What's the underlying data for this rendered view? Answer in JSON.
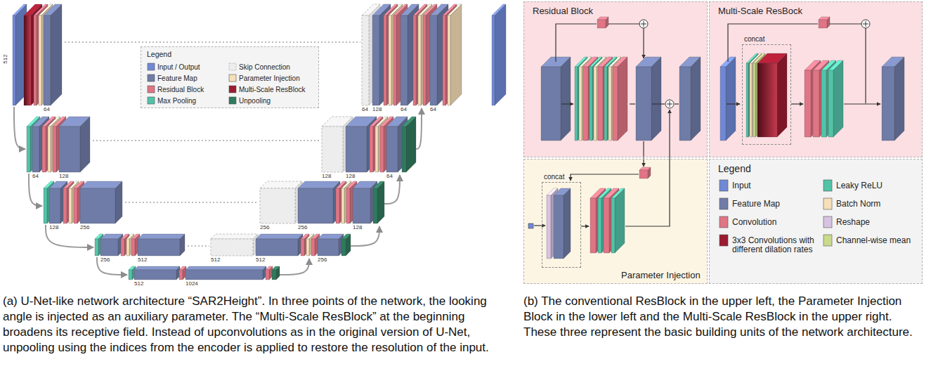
{
  "diagram": {
    "caption": "(a) U-Net-like network architecture “SAR2Height”. In three points of the network, the looking angle is injected as an auxiliary parameter. The “Multi-Scale ResBlock” at the beginning broadens its receptive field. Instead of upconvolutions as in the original version of U-Net, unpooling using the indices from the encoder is applied to restore the resolution of the input.",
    "nodes": [
      {
        "text": [
          "Legend"
        ]
      },
      {
        "text": [
          "Residual Block"
        ]
      },
      {
        "text": [
          "Multi-Scale ResBock"
        ]
      },
      {
        "text": [
          "concat"
        ],
        "in": 2
      },
      {
        "text": [
          "Parameter Injection"
        ]
      },
      {
        "text": [
          "concat"
        ],
        "in": 4
      },
      {
        "text": [
          "Legend"
        ]
      }
    ],
    "labels": [
      "512",
      "64",
      "64",
      "128",
      "64",
      "64",
      "64",
      "128",
      "128",
      "128",
      "64",
      "128",
      "256",
      "256",
      "256",
      "128",
      "256",
      "512",
      "512",
      "512",
      "256",
      "512",
      "1024",
      "(b) The conventional ResBlock in the upper left, the Parameter Injection Block in the lower left and the Multi-Scale ResBlock in the upper right. These three represent the basic building units of the network architecture."
    ],
    "legend": [
      {
        "text": "Input / Output",
        "color": "#7089d6"
      },
      {
        "text": "Feature Map",
        "color": "#6f7ca8"
      },
      {
        "text": "Residual Block",
        "color": "#e07585"
      },
      {
        "text": "Max Pooling",
        "color": "#53c3a8"
      },
      {
        "text": "Skip Connection"
      },
      {
        "text": "Parameter Injection",
        "color": "#f6dfb9"
      },
      {
        "text": "Multi-Scale ResBlock",
        "color": "#9b1b30"
      },
      {
        "text": "Unpooling",
        "color": "#2f7a5e"
      },
      {
        "text": "Input",
        "color": "#7089d6"
      },
      {
        "text": "Feature Map",
        "color": "#6f7ca8"
      },
      {
        "text": "Convolution",
        "color": "#e07585"
      },
      {
        "text": "3x3 Convolutions with different dilation rates",
        "color": "#9b1b30"
      },
      {
        "text": "Leaky ReLU",
        "color": "#53c3a8"
      },
      {
        "text": "Batch Norm",
        "color": "#f6dfb9"
      },
      {
        "text": "Reshape",
        "color": "#d7c2e2"
      },
      {
        "text": "Channel-wise mean",
        "color": "#c9da8c"
      }
    ]
  }
}
